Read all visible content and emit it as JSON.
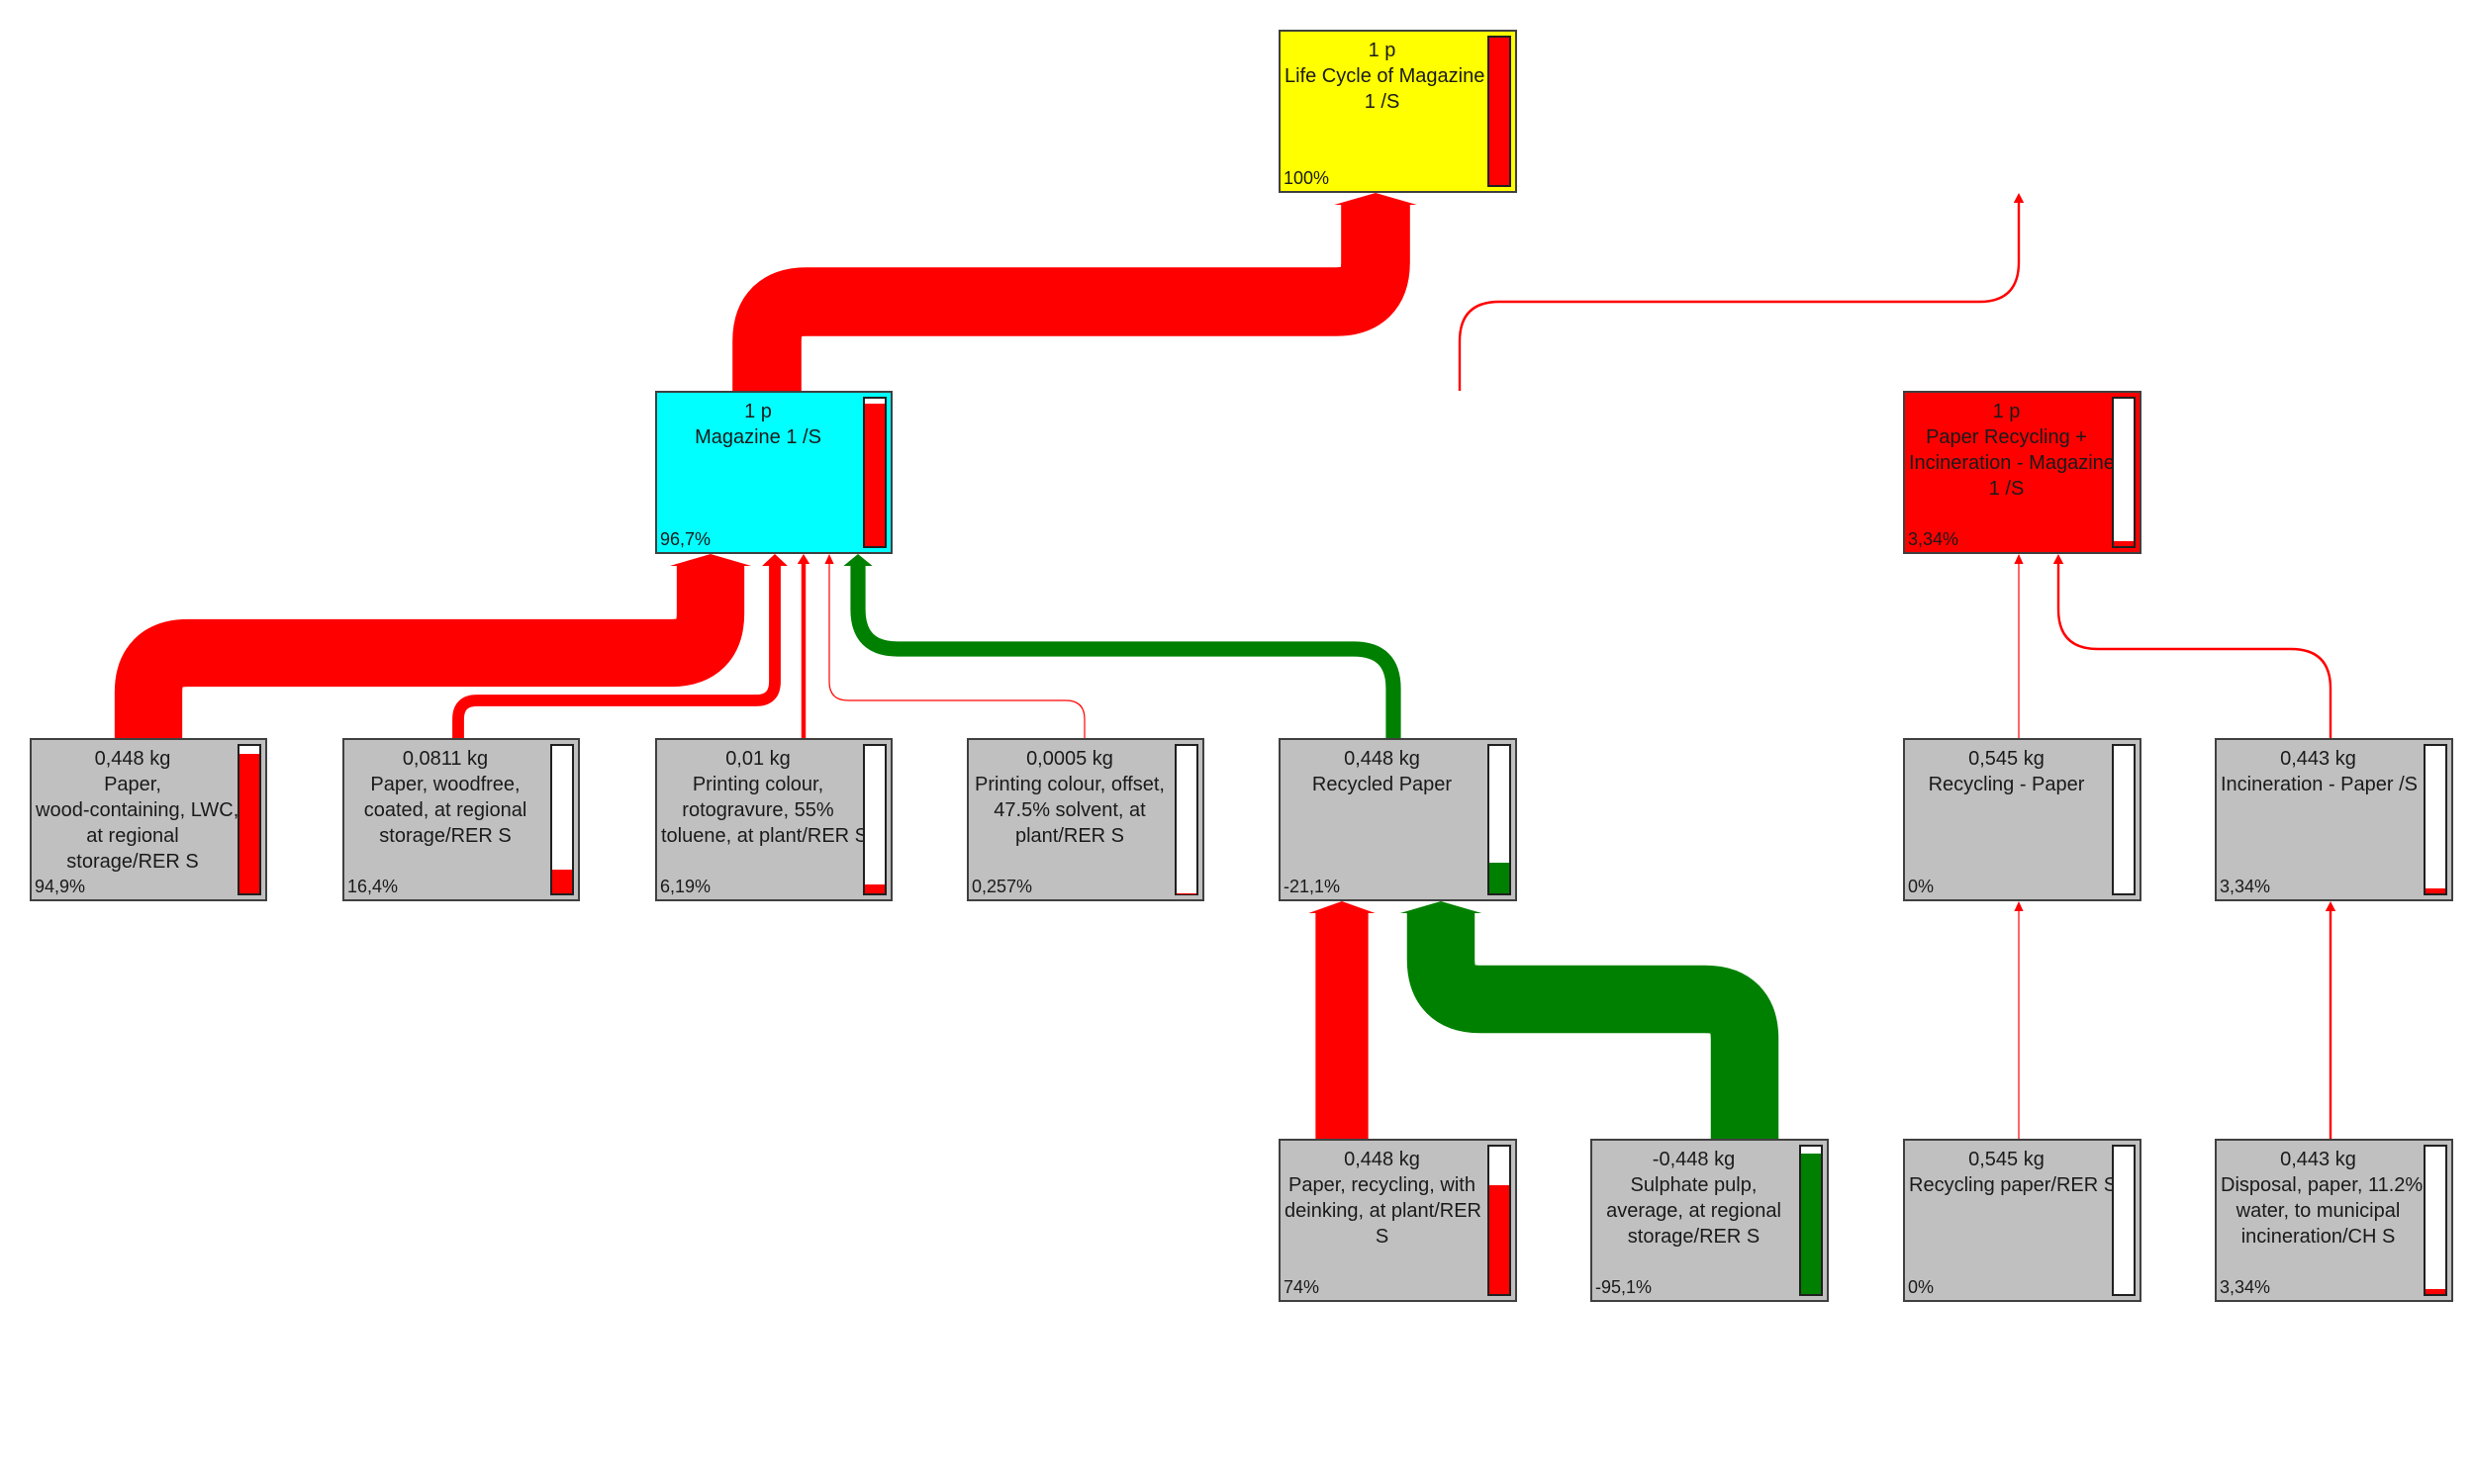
{
  "colors": {
    "positive_flow": "#ff0000",
    "negative_flow": "#008000",
    "root_fill": "#ffff00",
    "assembly_fill": "#00ffff",
    "waste_fill": "#ff0000",
    "process_fill": "#c0c0c0"
  },
  "nodes": [
    {
      "id": "life-cycle",
      "lines": [
        "1 p",
        "Life Cycle of Magazine",
        "1 /S"
      ],
      "pct_label": "100%",
      "indicator": 1.0,
      "fill": "#ffff00"
    },
    {
      "id": "magazine",
      "lines": [
        "1 p",
        "Magazine 1 /S"
      ],
      "pct_label": "96,7%",
      "indicator": 0.967,
      "fill": "#00ffff"
    },
    {
      "id": "paper-recycling-incineration",
      "lines": [
        "1 p",
        "Paper Recycling +",
        "Incineration - Magazine",
        "1 /S"
      ],
      "pct_label": "3,34%",
      "indicator": 0.0334,
      "fill": "#ff0000"
    },
    {
      "id": "paper-lwc",
      "lines": [
        "0,448 kg",
        "Paper,",
        "wood-containing, LWC,",
        "at regional",
        "storage/RER S"
      ],
      "pct_label": "94,9%",
      "indicator": 0.949,
      "fill": "#c0c0c0"
    },
    {
      "id": "paper-woodfree",
      "lines": [
        "0,0811 kg",
        "Paper, woodfree,",
        "coated, at regional",
        "storage/RER S"
      ],
      "pct_label": "16,4%",
      "indicator": 0.164,
      "fill": "#c0c0c0"
    },
    {
      "id": "printing-colour-roto",
      "lines": [
        "0,01 kg",
        "Printing colour,",
        "rotogravure, 55%",
        "toluene, at plant/RER S"
      ],
      "pct_label": "6,19%",
      "indicator": 0.0619,
      "fill": "#c0c0c0"
    },
    {
      "id": "printing-colour-offset",
      "lines": [
        "0,0005 kg",
        "Printing colour, offset,",
        "47.5% solvent, at",
        "plant/RER S"
      ],
      "pct_label": "0,257%",
      "indicator": 0.00257,
      "fill": "#c0c0c0"
    },
    {
      "id": "recycled-paper",
      "lines": [
        "0,448 kg",
        "Recycled Paper"
      ],
      "pct_label": "-21,1%",
      "indicator": -0.211,
      "fill": "#c0c0c0"
    },
    {
      "id": "recycling-paper",
      "lines": [
        "0,545 kg",
        "Recycling - Paper"
      ],
      "pct_label": "0%",
      "indicator": 0.0,
      "fill": "#c0c0c0"
    },
    {
      "id": "incineration-paper",
      "lines": [
        "0,443 kg",
        "Incineration - Paper /S"
      ],
      "pct_label": "3,34%",
      "indicator": 0.0334,
      "fill": "#c0c0c0"
    },
    {
      "id": "paper-recycling-deinking",
      "lines": [
        "0,448 kg",
        "Paper, recycling, with",
        "deinking, at plant/RER",
        "S"
      ],
      "pct_label": "74%",
      "indicator": 0.74,
      "fill": "#c0c0c0"
    },
    {
      "id": "sulphate-pulp",
      "lines": [
        "-0,448 kg",
        "Sulphate pulp,",
        "average, at regional",
        "storage/RER S"
      ],
      "pct_label": "-95,1%",
      "indicator": -0.951,
      "fill": "#c0c0c0"
    },
    {
      "id": "recycling-paper-rer",
      "lines": [
        "0,545 kg",
        "Recycling paper/RER S"
      ],
      "pct_label": "0%",
      "indicator": 0.0,
      "fill": "#c0c0c0"
    },
    {
      "id": "disposal-paper",
      "lines": [
        "0,443 kg",
        "Disposal, paper, 11.2%",
        "water, to municipal",
        "incineration/CH S"
      ],
      "pct_label": "3,34%",
      "indicator": 0.0334,
      "fill": "#c0c0c0"
    }
  ],
  "flows": [
    {
      "from": "magazine",
      "to": "life-cycle",
      "share": 0.967
    },
    {
      "from": "paper-recycling-incineration",
      "to": "life-cycle",
      "share": 0.0334
    },
    {
      "from": "paper-lwc",
      "to": "magazine",
      "share": 0.949
    },
    {
      "from": "paper-woodfree",
      "to": "magazine",
      "share": 0.164
    },
    {
      "from": "printing-colour-roto",
      "to": "magazine",
      "share": 0.0619
    },
    {
      "from": "printing-colour-offset",
      "to": "magazine",
      "share": 0.00257
    },
    {
      "from": "recycled-paper",
      "to": "magazine",
      "share": -0.211
    },
    {
      "from": "recycling-paper",
      "to": "paper-recycling-incineration",
      "share": 0.0
    },
    {
      "from": "incineration-paper",
      "to": "paper-recycling-incineration",
      "share": 0.0334
    },
    {
      "from": "paper-recycling-deinking",
      "to": "recycled-paper",
      "share": 0.74
    },
    {
      "from": "sulphate-pulp",
      "to": "recycled-paper",
      "share": -0.951
    },
    {
      "from": "recycling-paper-rer",
      "to": "recycling-paper",
      "share": 0.0
    },
    {
      "from": "disposal-paper",
      "to": "incineration-paper",
      "share": 0.0334
    }
  ]
}
